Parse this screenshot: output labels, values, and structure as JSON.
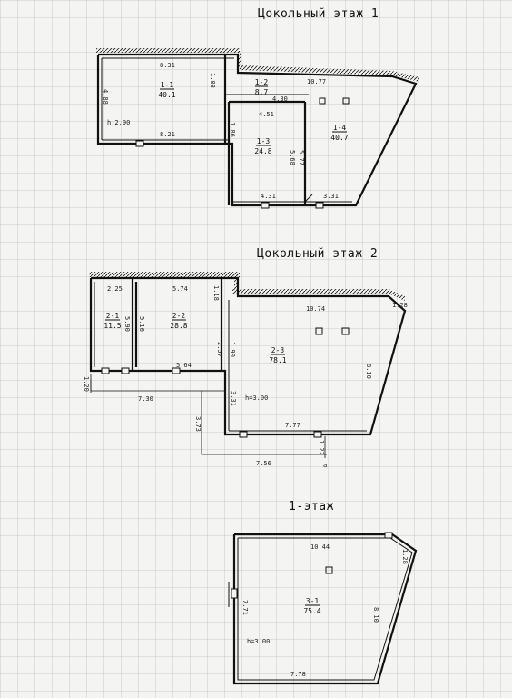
{
  "floors": [
    {
      "title": "Цокольный этаж 1",
      "rooms": [
        {
          "id": "1-1",
          "area": "40.1"
        },
        {
          "id": "1-2",
          "area": "8.7"
        },
        {
          "id": "1-3",
          "area": "24.8"
        },
        {
          "id": "1-4",
          "area": "40.7"
        }
      ],
      "dims": {
        "d831": "8.31",
        "d108": "1.08",
        "d1077": "10.77",
        "d488": "4.88",
        "h290": "h:2.90",
        "d821": "8.21",
        "d430": "4.30",
        "d451": "4.51",
        "d186": "1.86",
        "d568": "5.68",
        "d577": "5.77",
        "d431": "4.31",
        "d331": "3.31"
      }
    },
    {
      "title": "Цокольный этаж 2",
      "rooms": [
        {
          "id": "2-1",
          "area": "11.5"
        },
        {
          "id": "2-2",
          "area": "28.8"
        },
        {
          "id": "2-3",
          "area": "78.1"
        }
      ],
      "dims": {
        "d225": "2.25",
        "d574": "5.74",
        "d118": "1.18",
        "d1074": "10.74",
        "d128": "1.28",
        "d590a": "5.90",
        "d510": "5.10",
        "d257": "2.57",
        "d190": "1.90",
        "d810": "8.10",
        "d564": "5.64",
        "d120": "1.20",
        "d730": "7.30",
        "h300": "h=3.00",
        "d331": "3.31",
        "d373": "3.73",
        "d777": "7.77",
        "d122": "1.22",
        "d756": "7.56",
        "a": "a"
      }
    },
    {
      "title": "1-этаж",
      "rooms": [
        {
          "id": "3-1",
          "area": "75.4"
        }
      ],
      "dims": {
        "d1044": "10.44",
        "d128": "1.28",
        "d771": "7.71",
        "d810": "8.10",
        "h300": "h=3.00",
        "d778": "7.78"
      }
    }
  ]
}
